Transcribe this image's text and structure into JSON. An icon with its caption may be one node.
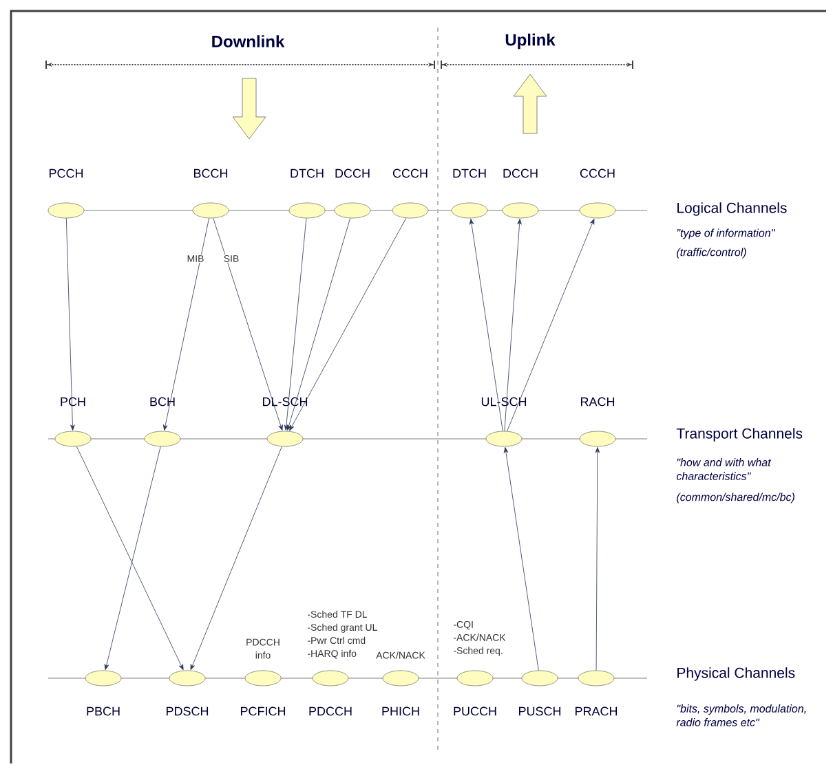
{
  "diagram": {
    "nodes": [
      {
        "text": [
          "PCCH"
        ]
      },
      {
        "text": [
          "BCCH"
        ]
      },
      {
        "text": [
          "DTCH"
        ]
      },
      {
        "text": [
          "DCCH"
        ]
      },
      {
        "text": [
          "CCCH"
        ]
      },
      {
        "text": [
          "DTCH"
        ]
      },
      {
        "text": [
          "DCCH"
        ]
      },
      {
        "text": [
          "CCCH"
        ]
      },
      {
        "text": [
          "PCH"
        ]
      },
      {
        "text": [
          "BCH"
        ]
      },
      {
        "text": [
          "DL-SCH"
        ]
      },
      {
        "text": [
          "UL-SCH"
        ]
      },
      {
        "text": [
          "RACH"
        ]
      },
      {
        "text": [
          "PBCH"
        ]
      },
      {
        "text": [
          "PDSCH"
        ]
      },
      {
        "text": [
          "PCFICH"
        ],
        "beside": [
          "PDCCH",
          "info"
        ]
      },
      {
        "text": [
          "PDCCH"
        ],
        "beside": [
          "-Sched TF DL",
          "-Sched grant UL",
          "-Pwr Ctrl cmd",
          "-HARQ info"
        ]
      },
      {
        "text": [
          "PHICH"
        ],
        "beside": [
          "ACK/NACK"
        ]
      },
      {
        "text": [
          "PUCCH"
        ],
        "beside": [
          "-CQI",
          "-ACK/NACK",
          "-Sched req."
        ]
      },
      {
        "text": [
          "PUSCH"
        ]
      },
      {
        "text": [
          "PRACH"
        ]
      }
    ],
    "edges": [
      {
        "from": 0,
        "to": 8,
        "arrow": "to"
      },
      {
        "from": 1,
        "to": 9,
        "arrow": "to",
        "label": "MIB"
      },
      {
        "from": 1,
        "to": 10,
        "arrow": "to",
        "label": "SIB"
      },
      {
        "from": 2,
        "to": 10,
        "arrow": "to"
      },
      {
        "from": 3,
        "to": 10,
        "arrow": "to"
      },
      {
        "from": 4,
        "to": 10,
        "arrow": "to"
      },
      {
        "from": 8,
        "to": 14,
        "arrow": "to"
      },
      {
        "from": 9,
        "to": 13,
        "arrow": "to"
      },
      {
        "from": 10,
        "to": 14,
        "arrow": "to"
      },
      {
        "from": 11,
        "to": 5,
        "arrow": "to"
      },
      {
        "from": 11,
        "to": 6,
        "arrow": "to"
      },
      {
        "from": 11,
        "to": 7,
        "arrow": "to"
      },
      {
        "from": 19,
        "to": 11,
        "arrow": "to"
      },
      {
        "from": 20,
        "to": 12,
        "arrow": "to"
      }
    ],
    "labels": [
      "Downlink",
      "Uplink",
      "Logical Channels",
      "\"type of information\"",
      "(traffic/control)",
      "Transport Channels",
      "\"how and with what characteristics\"",
      "(common/shared/mc/bc)",
      "Physical Channels",
      "\"bits, symbols, modulation, radio frames etc\""
    ]
  }
}
